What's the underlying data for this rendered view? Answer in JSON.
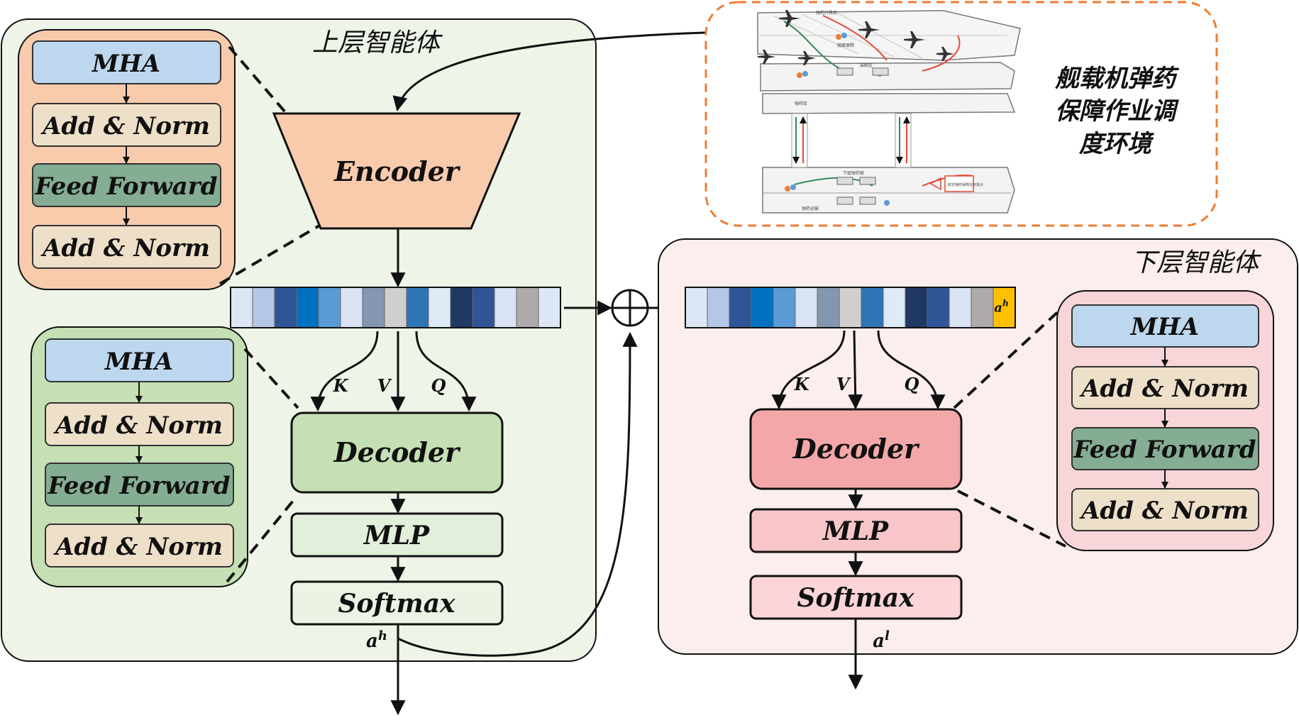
{
  "upper_agent": {
    "title": "上层智能体",
    "encoder": "Encoder",
    "decoder": "Decoder",
    "mlp": "MLP",
    "softmax": "Softmax",
    "output": "a",
    "output_sup": "h",
    "encoder_layers": [
      "MHA",
      "Add & Norm",
      "Feed Forward",
      "Add & Norm"
    ],
    "decoder_layers": [
      "MHA",
      "Add & Norm",
      "Feed Forward",
      "Add & Norm"
    ],
    "attention_inputs": [
      "K",
      "V",
      "Q"
    ],
    "embedding_colors": [
      "#dce6f4",
      "#b4c7e7",
      "#2f5597",
      "#0070c0",
      "#5b9bd5",
      "#dae3f3",
      "#8497b0",
      "#d0cece",
      "#2e75b6",
      "#deebf7",
      "#1f3864",
      "#2f5597",
      "#dae3f3",
      "#aeaaaa",
      "#dce6f4"
    ]
  },
  "lower_agent": {
    "title": "下层智能体",
    "decoder": "Decoder",
    "mlp": "MLP",
    "softmax": "Softmax",
    "output": "a",
    "output_sup": "l",
    "decoder_layers": [
      "MHA",
      "Add & Norm",
      "Feed Forward",
      "Add & Norm"
    ],
    "attention_inputs": [
      "K",
      "V",
      "Q"
    ],
    "embedding_colors": [
      "#dce6f4",
      "#b4c7e7",
      "#2f5597",
      "#0070c0",
      "#5b9bd5",
      "#dae3f3",
      "#8497b0",
      "#d0cece",
      "#2e75b6",
      "#deebf7",
      "#1f3864",
      "#2f5597",
      "#dae3f3",
      "#aeaaaa"
    ],
    "action_token": "a",
    "action_token_sup": "h",
    "action_token_color": "#ffc000"
  },
  "environment": {
    "label_lines": [
      "舰载机弹药",
      "保障作业调",
      "度环境"
    ],
    "ship_text": [
      "弹药升降机",
      "舰面保障",
      "装配区",
      "弹药库",
      "下层弹药舱",
      "弹药运输",
      "航空弹药保障任务指令"
    ]
  },
  "colors": {
    "upper_panel": "#eef4e8",
    "lower_panel": "#fbeeed",
    "encoder": "#f8cbad",
    "decoder_upper": "#c5e0b4",
    "decoder_lower": "#f4a7a9",
    "mha": "#bdd7ee",
    "add_norm": "#eedfc8",
    "feed_forward": "#85ad93",
    "env_border": "#ed7d31"
  }
}
